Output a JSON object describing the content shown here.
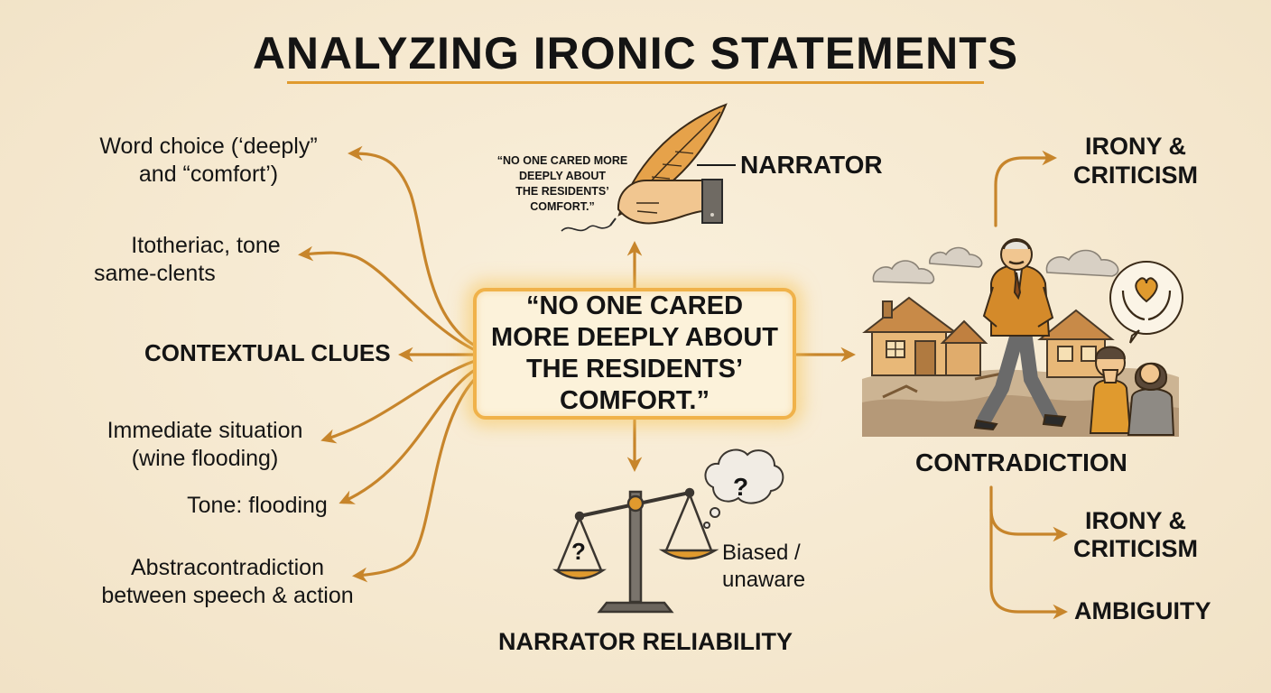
{
  "title": "ANALYZING IRONIC STATEMENTS",
  "center_quote": "“NO ONE CARED MORE DEEPLY ABOUT THE RESIDENTS’ COMFORT.”",
  "narrator": {
    "label": "NARRATOR",
    "quote_lines": [
      "“NO ONE CARED MORE",
      "DEEPLY ABOUT",
      "THE RESIDENTS’",
      "COMFORT.”"
    ]
  },
  "left_items": [
    {
      "lines": [
        "Word choice (‘deeply”",
        "and “comfort’)"
      ]
    },
    {
      "lines": [
        "Itotheriac, tone",
        "same-clents"
      ]
    },
    {
      "lines": [
        "CONTEXTUAL CLUES"
      ]
    },
    {
      "lines": [
        "Immediate situation",
        "(wine flooding)"
      ]
    },
    {
      "lines": [
        "Tone: flooding"
      ]
    },
    {
      "lines": [
        "Abstracontradiction",
        "between speech & action"
      ]
    }
  ],
  "reliability": {
    "label": "NARRATOR RELIABILITY",
    "note_lines": [
      "Biased /",
      "unaware"
    ],
    "question": "?"
  },
  "right": {
    "top_label_lines": [
      "IRONY &",
      "CRITICISM"
    ],
    "contradiction": "CONTRADICTION",
    "branch1_lines": [
      "IRONY &",
      "CRITICISM"
    ],
    "branch2": "AMBIGUITY"
  },
  "colors": {
    "accent": "#e09a2e",
    "arrow": "#c7852b",
    "background": "#f6ead2",
    "text": "#141414"
  },
  "icons": [
    "quill-pen-hand-icon",
    "balance-scale-icon",
    "thought-bubble-icon",
    "heart-hands-icon",
    "flooded-houses-scene-icon"
  ]
}
